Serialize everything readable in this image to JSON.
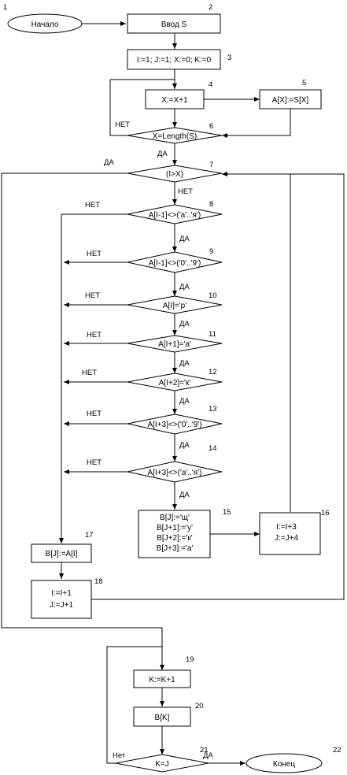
{
  "nodes": [
    {
      "id": "start",
      "number": "1",
      "lines": [
        "Начало"
      ]
    },
    {
      "id": "input",
      "number": "2",
      "lines": [
        "Ввод S"
      ]
    },
    {
      "id": "init",
      "number": "3",
      "lines": [
        "I:=1; J:=1; X:=0; K:=0"
      ]
    },
    {
      "id": "incx",
      "number": "4",
      "lines": [
        "X:=X+1"
      ]
    },
    {
      "id": "assignx",
      "number": "5",
      "lines": [
        "A[X]:=S[X]"
      ]
    },
    {
      "id": "checklen",
      "number": "6",
      "lines": [
        "X=Length(S)"
      ]
    },
    {
      "id": "checki",
      "number": "7",
      "lines": [
        "(I>X)"
      ]
    },
    {
      "id": "c8",
      "number": "8",
      "lines": [
        "A[I-1]<>('a'..'я')"
      ]
    },
    {
      "id": "c9",
      "number": "9",
      "lines": [
        "A[I-1]<>('0'..'9')"
      ]
    },
    {
      "id": "c10",
      "number": "10",
      "lines": [
        "A[I]='р'"
      ]
    },
    {
      "id": "c11",
      "number": "11",
      "lines": [
        "A[I+1]='а'"
      ]
    },
    {
      "id": "c12",
      "number": "12",
      "lines": [
        "A[I+2]='к'"
      ]
    },
    {
      "id": "c13",
      "number": "13",
      "lines": [
        "A[I+3]<>('0'..'9')"
      ]
    },
    {
      "id": "c14",
      "number": "14",
      "lines": [
        "A[I+3]<>('a'..'я')"
      ]
    },
    {
      "id": "b15",
      "number": "15",
      "lines": [
        "B[J]:='щ'",
        "B[J+1]:='у'",
        "B[J+2]:='к'",
        "B[J+3]:='а'"
      ]
    },
    {
      "id": "b16",
      "number": "16",
      "lines": [
        "I:=I+3",
        "J:=J+4"
      ]
    },
    {
      "id": "b17",
      "number": "17",
      "lines": [
        "B[J]:=A[I]"
      ]
    },
    {
      "id": "b18",
      "number": "18",
      "lines": [
        "I:=I+1",
        "J:=J+1"
      ]
    },
    {
      "id": "b19",
      "number": "19",
      "lines": [
        "K:=K+1"
      ]
    },
    {
      "id": "b20",
      "number": "20",
      "lines": [
        "B[K]"
      ]
    },
    {
      "id": "c21",
      "number": "21",
      "lines": [
        "K=J"
      ]
    },
    {
      "id": "end",
      "number": "22",
      "lines": [
        "Конец"
      ]
    }
  ],
  "branch_labels": {
    "yes": "ДА",
    "no": "НЕТ",
    "no_lower": "Нет"
  }
}
